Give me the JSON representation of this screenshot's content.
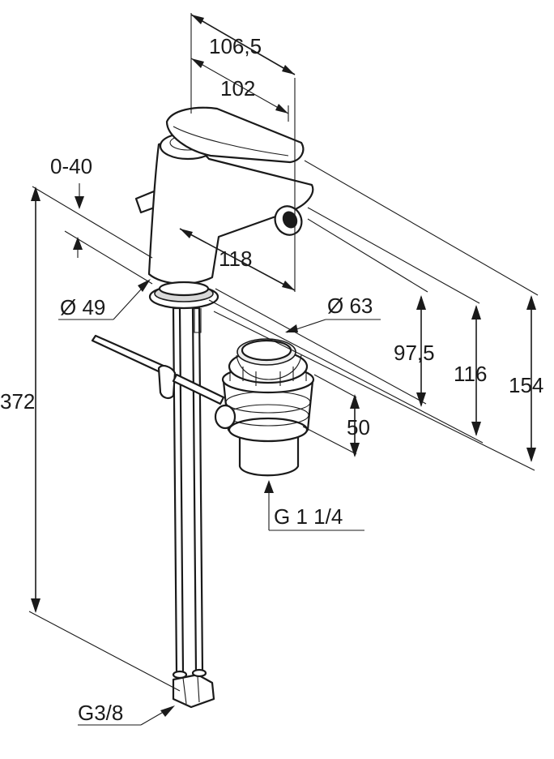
{
  "dimensions": {
    "spout_reach_outer": "106,5",
    "spout_reach_inner": "102",
    "lift_range": "0-40",
    "spout_height_118": "118",
    "base_diameter": "Ø 49",
    "waste_diameter": "Ø 63",
    "height_97_5": "97,5",
    "height_116": "116",
    "height_154": "154",
    "waste_height": "50",
    "waste_thread": "G 1 1/4",
    "hose_length": "372",
    "hose_connection": "G3/8"
  }
}
